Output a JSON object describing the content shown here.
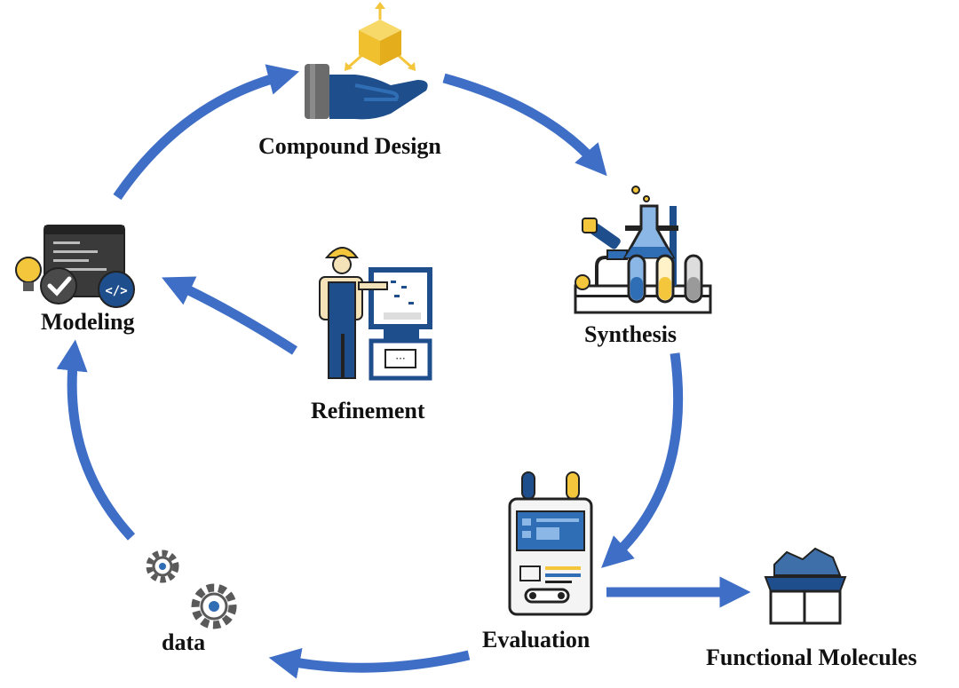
{
  "diagram": {
    "nodes": {
      "compound_design": "Compound Design",
      "synthesis": "Synthesis",
      "evaluation": "Evaluation",
      "data": "data",
      "modeling": "Modeling",
      "refinement": "Refinement",
      "functional_molecules": "Functional Molecules"
    },
    "colors": {
      "arrow": "#3f6ec6",
      "navy": "#1f4e8c",
      "mid_blue": "#2f6db5",
      "yellow": "#f3c63c",
      "gray": "#5a5a5a",
      "light_gray": "#e6e6e6"
    },
    "icons": {
      "compound_design": "hand-holding-cube-icon",
      "synthesis": "lab-microscope-flask-icon",
      "evaluation": "analyzer-instrument-icon",
      "data": "gears-icon",
      "modeling": "code-window-icon",
      "refinement": "engineer-at-screen-icon",
      "functional_molecules": "open-box-icon"
    }
  }
}
